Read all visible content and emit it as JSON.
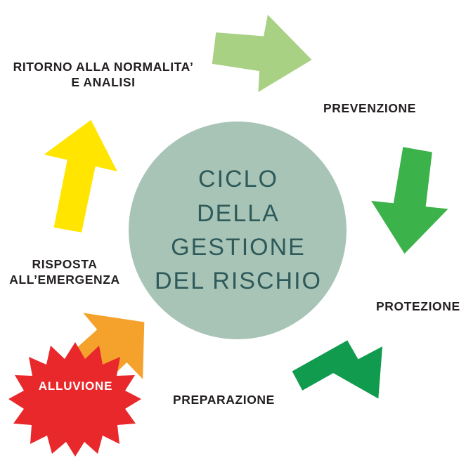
{
  "diagram": {
    "title_lines": [
      "CICLO",
      "DELLA",
      "GESTIONE",
      "DEL RISCHIO"
    ],
    "center_circle": {
      "fill": "#a8c4b7",
      "text_color": "#2e5a5a"
    },
    "event_marker": {
      "label": "ALLUVIONE",
      "shape": "starburst",
      "fill": "#e8282b",
      "text_color": "#ffffff"
    },
    "stages": [
      {
        "id": "prevenzione",
        "label": "PREVENZIONE",
        "arrow_name": "arrow-top-right",
        "arrow_color": "#a8d184",
        "arrow_direction": "right"
      },
      {
        "id": "protezione",
        "label": "PROTEZIONE",
        "arrow_name": "arrow-right-down",
        "arrow_color": "#3cb24a",
        "arrow_direction": "down"
      },
      {
        "id": "preparazione",
        "label": "PREPARAZIONE",
        "arrow_name": "arrow-bottom-left",
        "arrow_color": "#119b4e",
        "arrow_direction": "down-left"
      },
      {
        "id": "risposta",
        "label": "RISPOSTA\nALL’EMERGENZA",
        "arrow_name": "arrow-left-up-orange",
        "arrow_color": "#f5a22d",
        "arrow_direction": "up-left"
      },
      {
        "id": "ritorno",
        "label": "RITORNO ALLA NORMALITA’\nE ANALISI",
        "arrow_name": "arrow-left-up-yellow",
        "arrow_color": "#ffe500",
        "arrow_direction": "up"
      }
    ],
    "label_color": "#231f20",
    "background_color": "#ffffff"
  }
}
